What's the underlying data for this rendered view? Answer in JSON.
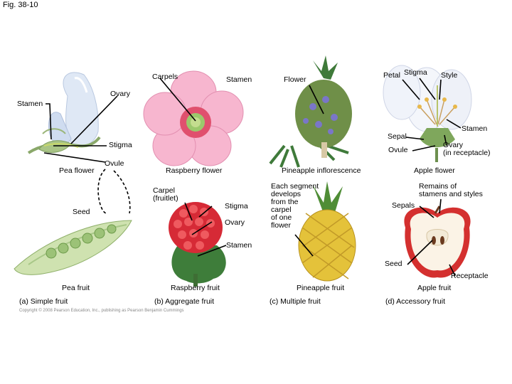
{
  "figure_label": "Fig. 38-10",
  "copyright": "Copyright © 2008 Pearson Education, Inc., publishing as Pearson Benjamin Cummings",
  "pea": {
    "carpels": "Carpels",
    "ovary": "Ovary",
    "stamen": "Stamen",
    "stigma": "Stigma",
    "ovule": "Ovule",
    "flower_caption": "Pea flower",
    "seed": "Seed",
    "fruit_caption": "Pea fruit",
    "type_caption": "(a) Simple fruit"
  },
  "raspberry": {
    "stamen": "Stamen",
    "flower_caption": "Raspberry flower",
    "carpel": "Carpel\n(fruitlet)",
    "stigma": "Stigma",
    "ovary": "Ovary",
    "stamen_lower": "Stamen",
    "fruit_caption": "Raspberry fruit",
    "type_caption": "(b) Aggregate fruit"
  },
  "pineapple": {
    "flower": "Flower",
    "inflorescence_caption": "Pineapple inflorescence",
    "segment_note": "Each segment\ndevelops\nfrom the\ncarpel\nof one\nflower",
    "fruit_caption": "Pineapple fruit",
    "type_caption": "(c) Multiple fruit"
  },
  "apple": {
    "petal": "Petal",
    "stigma": "Stigma",
    "style": "Style",
    "stamen": "Stamen",
    "sepal": "Sepal",
    "ovule": "Ovule",
    "ovary": "Ovary\n(in receptacle)",
    "flower_caption": "Apple flower",
    "remains": "Remains of\nstamens and styles",
    "sepals": "Sepals",
    "seed": "Seed",
    "receptacle": "Receptacle",
    "fruit_caption": "Apple fruit",
    "type_caption": "(d) Accessory fruit"
  }
}
